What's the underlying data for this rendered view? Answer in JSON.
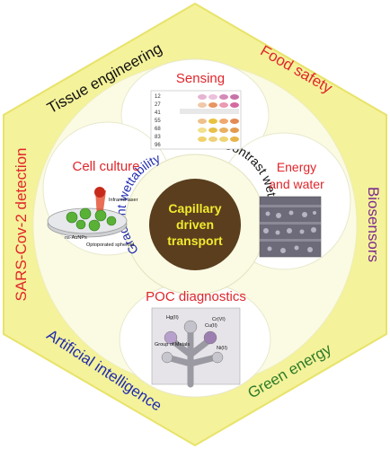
{
  "outer_labels": {
    "top_left": "Tissue engineering",
    "top_right": "Food safety",
    "right": "Biosensors",
    "bottom_right": "Green energy",
    "bottom_left": "Artificial intelligence",
    "left": "SARS-Cov-2 detection"
  },
  "petals": {
    "top": "Sensing",
    "left": "Cell culture",
    "right_line1": "Energy",
    "right_line2": "and water",
    "bottom": "POC diagnostics"
  },
  "ring_labels": {
    "left": "Gradient wettability",
    "right": "Contrast wettability"
  },
  "center": {
    "line1": "Capillary",
    "line2": "driven",
    "line3": "transport"
  },
  "figure_labels": {
    "sensing_rows": [
      "12",
      "27",
      "41",
      "55",
      "68",
      "83",
      "96"
    ],
    "cell_infrared": "Infrared laser",
    "cell_aunps": "ns-AuNPs",
    "cell_spheroid": "Optoporated spheroid",
    "poc_group": "Group of Metals",
    "poc_hg": "Hg(II)",
    "poc_cr": "Cr(VI)",
    "poc_cu": "Cu(II)",
    "poc_ni": "Ni(II)"
  },
  "colors": {
    "hexagon_fill": "#f4f29a",
    "hexagon_edge": "#e8e36a",
    "circle_fill": "#fbfbe4",
    "petal_fill": "#ffffff",
    "center_fill": "#5a3e1e",
    "center_text": "#f3ea2e",
    "red_text": "#e0262b",
    "blue_text": "#1f2bb0",
    "purple_text": "#7b2a8c",
    "green_text": "#2f7a2a",
    "dark_text": "#111111"
  }
}
